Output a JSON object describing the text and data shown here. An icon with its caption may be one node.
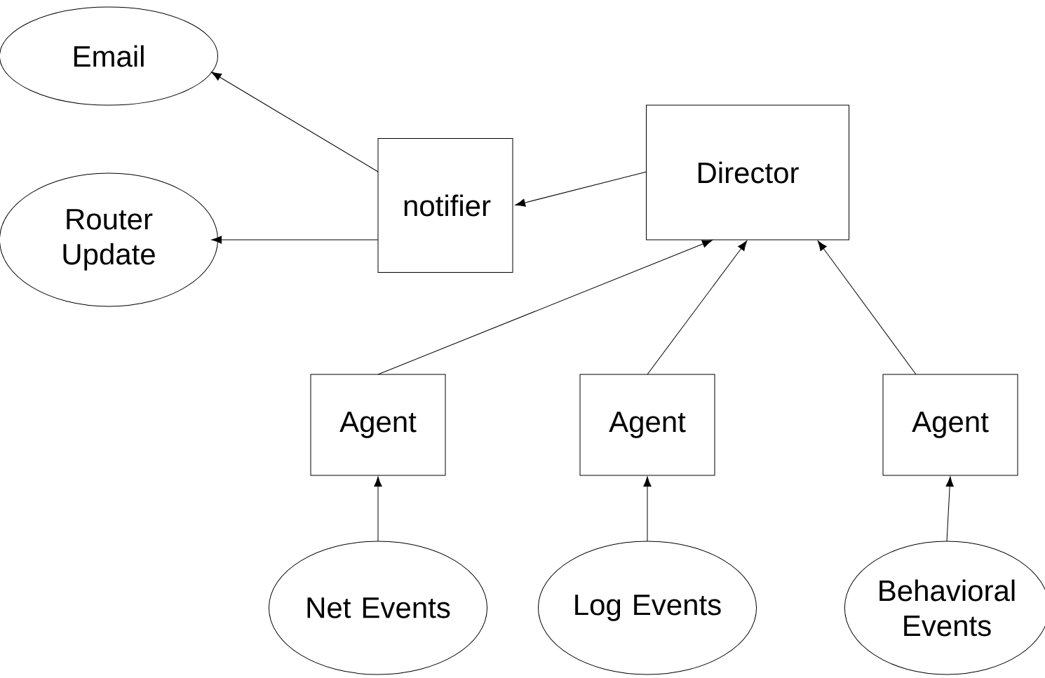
{
  "diagram": {
    "nodes": [
      {
        "text": [
          "Email"
        ]
      },
      {
        "text": [
          "Router Update"
        ]
      },
      {
        "text": [
          "notifier"
        ]
      },
      {
        "text": [
          "Director"
        ]
      },
      {
        "text": [
          "Agent"
        ]
      },
      {
        "text": [
          "Agent"
        ]
      },
      {
        "text": [
          "Agent"
        ]
      },
      {
        "text": [
          "Net Events"
        ]
      },
      {
        "text": [
          "Log Events"
        ]
      },
      {
        "text": [
          "Behavioral Events"
        ]
      }
    ],
    "edges": [
      {
        "from": 2,
        "to": 0,
        "arrow": "to"
      },
      {
        "from": 2,
        "to": 1,
        "arrow": "to"
      },
      {
        "from": 3,
        "to": 2,
        "arrow": "to"
      },
      {
        "from": 4,
        "to": 3,
        "arrow": "to"
      },
      {
        "from": 5,
        "to": 3,
        "arrow": "to"
      },
      {
        "from": 6,
        "to": 3,
        "arrow": "to"
      },
      {
        "from": 7,
        "to": 4,
        "arrow": "to"
      },
      {
        "from": 8,
        "to": 5,
        "arrow": "to"
      },
      {
        "from": 9,
        "to": 6,
        "arrow": "to"
      }
    ]
  }
}
